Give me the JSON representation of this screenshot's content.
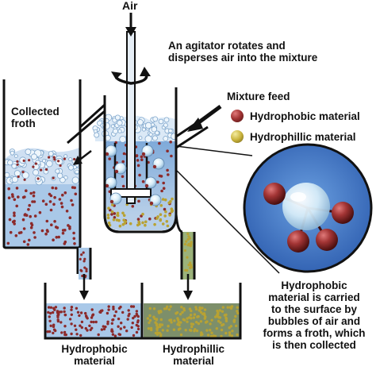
{
  "labels": {
    "air": "Air",
    "agitator": [
      "An agitator rotates and",
      "disperses air into the mixture"
    ],
    "mixture_feed": "Mixture feed",
    "collected_froth": [
      "Collected",
      "froth"
    ],
    "explanation": [
      "Hydrophobic",
      "material is carried",
      "to the surface by",
      "bubbles of air and",
      "forms a froth, which",
      "is then collected"
    ],
    "bin_left": [
      "Hydrophobic",
      "material"
    ],
    "bin_right": [
      "Hydrophillic",
      "material"
    ]
  },
  "legend": [
    {
      "label": "Hydrophobic material",
      "color": "#8c2a2a",
      "icon": "red-particle-icon"
    },
    {
      "label": "Hydrophillic material",
      "color": "#b8a233",
      "icon": "yellow-particle-icon"
    }
  ],
  "colors": {
    "water": "#a9c8e8",
    "water_deep": "#6f9fd2",
    "outline": "#111111",
    "hydrophobic": "#8c2a2a",
    "hydrophilic": "#b8a233"
  }
}
